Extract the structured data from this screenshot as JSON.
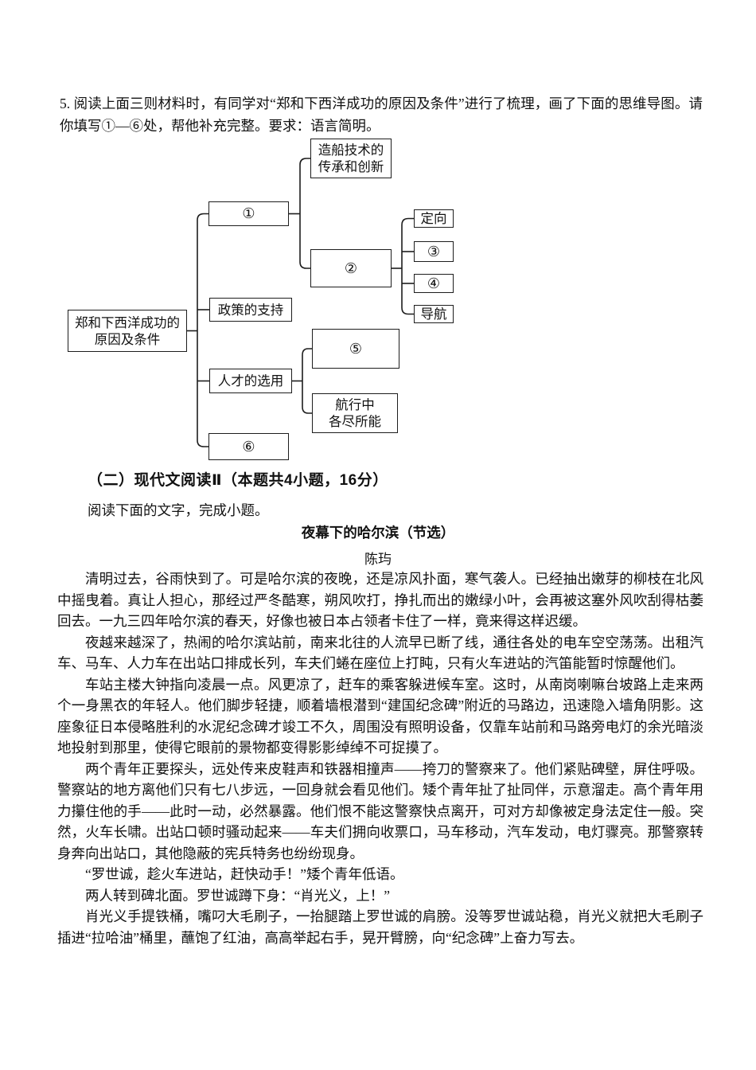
{
  "question": {
    "text": "5. 阅读上面三则材料时，有同学对“郑和下西洋成功的原因及条件”进行了梳理，画了下面的思维导图。请你填写①—⑥处，帮他补充完整。要求：语言简明。"
  },
  "diagram": {
    "root": [
      "郑和下西洋成功的",
      "原因及条件"
    ],
    "blank1": "①",
    "shipbuilding": [
      "造船技术的",
      "传承和创新"
    ],
    "blank2": "②",
    "direction": "定向",
    "blank3": "③",
    "blank4": "④",
    "navigation": "导航",
    "policy": "政策的支持",
    "talent": "人才的选用",
    "blank5": "⑤",
    "voyage": [
      "航行中",
      "各尽所能"
    ],
    "blank6": "⑥"
  },
  "article": {
    "section_heading": "（二）现代文阅读Ⅱ（本题共4小题，16分）",
    "instruction": "阅读下面的文字，完成小题。",
    "title": "夜幕下的哈尔滨（节选）",
    "author": "陈玙",
    "paragraphs": [
      "清明过去，谷雨快到了。可是哈尔滨的夜晚，还是凉风扑面，寒气袭人。已经抽出嫩芽的柳枝在北风中摇曳着。真让人担心，那经过严冬酷寒，朔风吹打，挣扎而出的嫩绿小叶，会再被这塞外风吹刮得枯萎回去。一九三四年哈尔滨的春天，好像也被日本占领者卡住了一样，竟来得这样迟缓。",
      "夜越来越深了，热闹的哈尔滨站前，南来北往的人流早已断了线，通往各处的电车空空荡荡。出租汽车、马车、人力车在出站口排成长列，车夫们蜷在座位上打盹，只有火车进站的汽笛能暂时惊醒他们。",
      "车站主楼大钟指向凌晨一点。风更凉了，赶车的乘客躲进候车室。这时，从南岗喇嘛台坡路上走来两个一身黑衣的年轻人。他们脚步轻捷，顺着墙根潜到“建国纪念碑”附近的马路边，迅速隐入墙角阴影。这座象征日本侵略胜利的水泥纪念碑才竣工不久，周围没有照明设备，仅靠车站前和马路旁电灯的余光暗淡地投射到那里，使得它眼前的景物都变得影影绰绰不可捉摸了。",
      "两个青年正要探头，远处传来皮鞋声和铁器相撞声——挎刀的警察来了。他们紧贴碑壁，屏住呼吸。警察站的地方离他们只有七八步远，一回身就会看见他们。矮个青年扯了扯同伴，示意溜走。高个青年用力攥住他的手——此时一动，必然暴露。他们恨不能这警察快点离开，可对方却像被定身法定住一般。突然，火车长啸。出站口顿时骚动起来——车夫们拥向收票口，马车移动，汽车发动，电灯骤亮。那警察转身奔向出站口，其他隐蔽的宪兵特务也纷纷现身。",
      "“罗世诚，趁火车进站，赶快动手！”矮个青年低语。",
      "两人转到碑北面。罗世诚蹲下身：“肖光义，上！”",
      "肖光义手提铁桶，嘴叼大毛刷子，一抬腿踏上罗世诚的肩膀。没等罗世诚站稳，肖光义就把大毛刷子插进“拉哈油”桶里，蘸饱了红油，高高举起右手，晃开臂膀，向“纪念碑”上奋力写去。"
    ]
  }
}
